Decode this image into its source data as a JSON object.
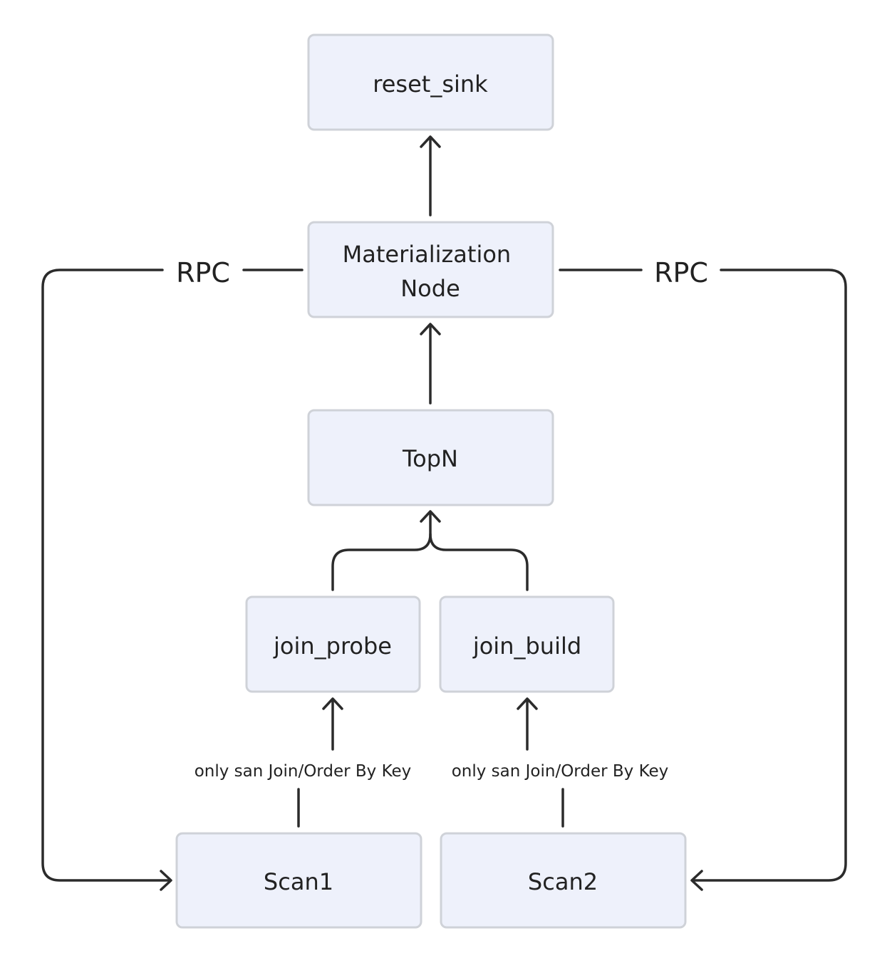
{
  "nodes": {
    "reset_sink": "reset_sink",
    "materialization_line1": "Materialization",
    "materialization_line2": "Node",
    "topn": "TopN",
    "join_probe": "join_probe",
    "join_build": "join_build",
    "scan1": "Scan1",
    "scan2": "Scan2"
  },
  "edge_labels": {
    "rpc_left": "RPC",
    "rpc_right": "RPC",
    "scan1_to_probe": "only san Join/Order By Key",
    "scan2_to_build": "only san Join/Order By Key"
  },
  "colors": {
    "node_fill": "#eef1fb",
    "node_border": "#cfd2d8",
    "edge": "#2b2b2b",
    "text": "#222222"
  }
}
